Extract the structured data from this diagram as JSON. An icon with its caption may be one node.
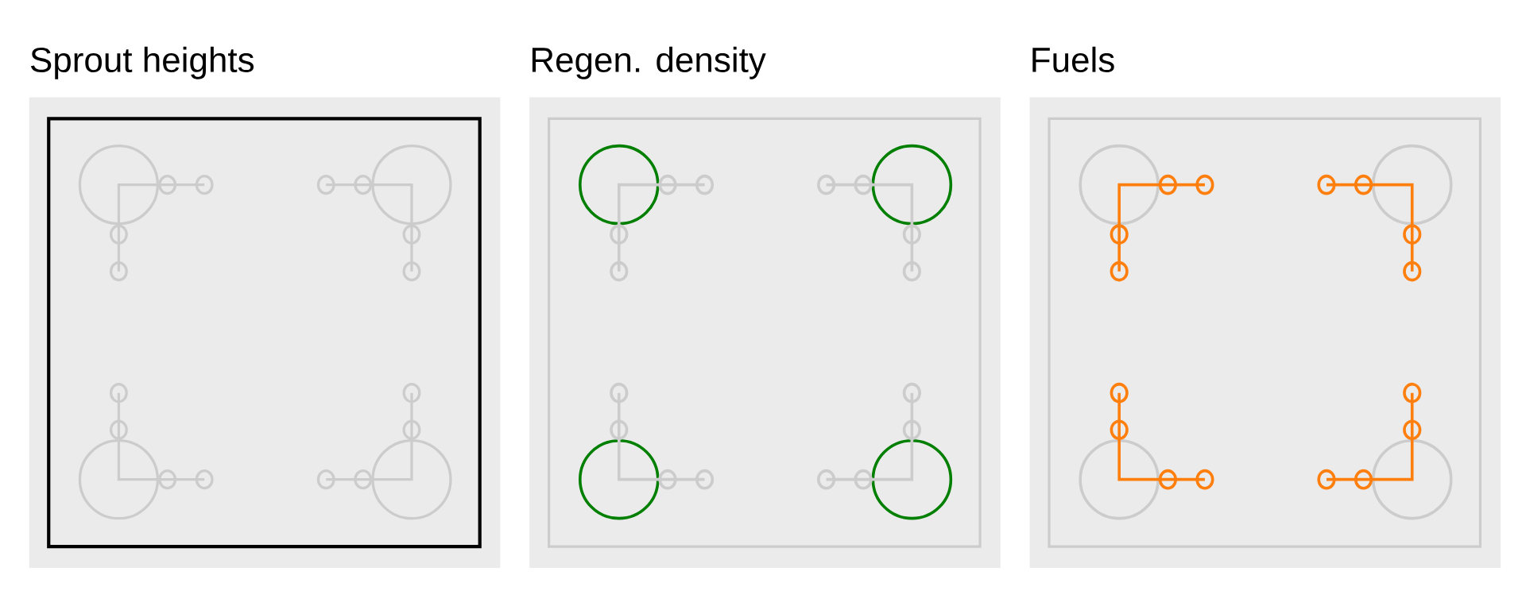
{
  "diagram": {
    "nodes": [
      {
        "text": [
          "Sprout heights"
        ]
      },
      {
        "text": [
          "Regen. density"
        ]
      },
      {
        "text": [
          "Fuels"
        ]
      }
    ]
  }
}
